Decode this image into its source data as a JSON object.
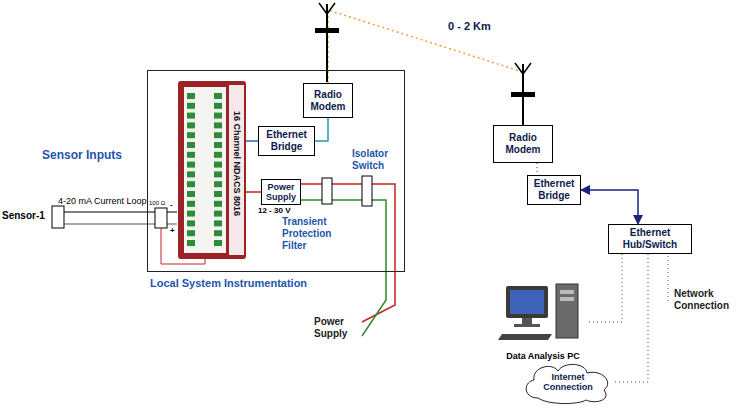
{
  "diagram": {
    "nodes": [
      {
        "text": [
          "Local System Instrumentation"
        ]
      },
      {
        "text": [
          "16 Channel NDACS 8016"
        ],
        "in": 0
      },
      {
        "text": [
          "Radio Modem"
        ],
        "in": 0
      },
      {
        "text": [
          "Ethernet Bridge"
        ],
        "in": 0
      },
      {
        "text": [
          "Power Supply"
        ],
        "in": 0
      },
      {
        "text": [
          "Radio Modem"
        ]
      },
      {
        "text": [
          "Ethernet Bridge"
        ]
      },
      {
        "text": [
          "Ethernet Hub/Switch"
        ]
      },
      {
        "text": [
          "Data Analysis PC"
        ]
      },
      {
        "text": [
          "Internet Connection"
        ]
      }
    ],
    "edges": [
      {
        "from": 3,
        "to": 2,
        "arrow": "none"
      },
      {
        "from": 1,
        "to": 3,
        "arrow": "none"
      },
      {
        "from": 4,
        "to": 1,
        "arrow": "none"
      },
      {
        "from": 2,
        "to": 5,
        "label": "0 - 2 Km",
        "arrow": "none"
      },
      {
        "from": 5,
        "to": 6,
        "arrow": "none"
      },
      {
        "from": 6,
        "to": 7,
        "arrow": "both"
      },
      {
        "from": 7,
        "to": 8,
        "arrow": "none"
      },
      {
        "from": 7,
        "to": 9,
        "arrow": "none"
      }
    ],
    "labels": [
      "Sensor Inputs",
      "Sensor-1",
      "4-20 mA Current Loop",
      "100 Ω",
      "-",
      "+",
      "12 - 30 V",
      "Transient Protection Filter",
      "Isolator Switch",
      "Power Supply",
      "Network Connection"
    ]
  }
}
